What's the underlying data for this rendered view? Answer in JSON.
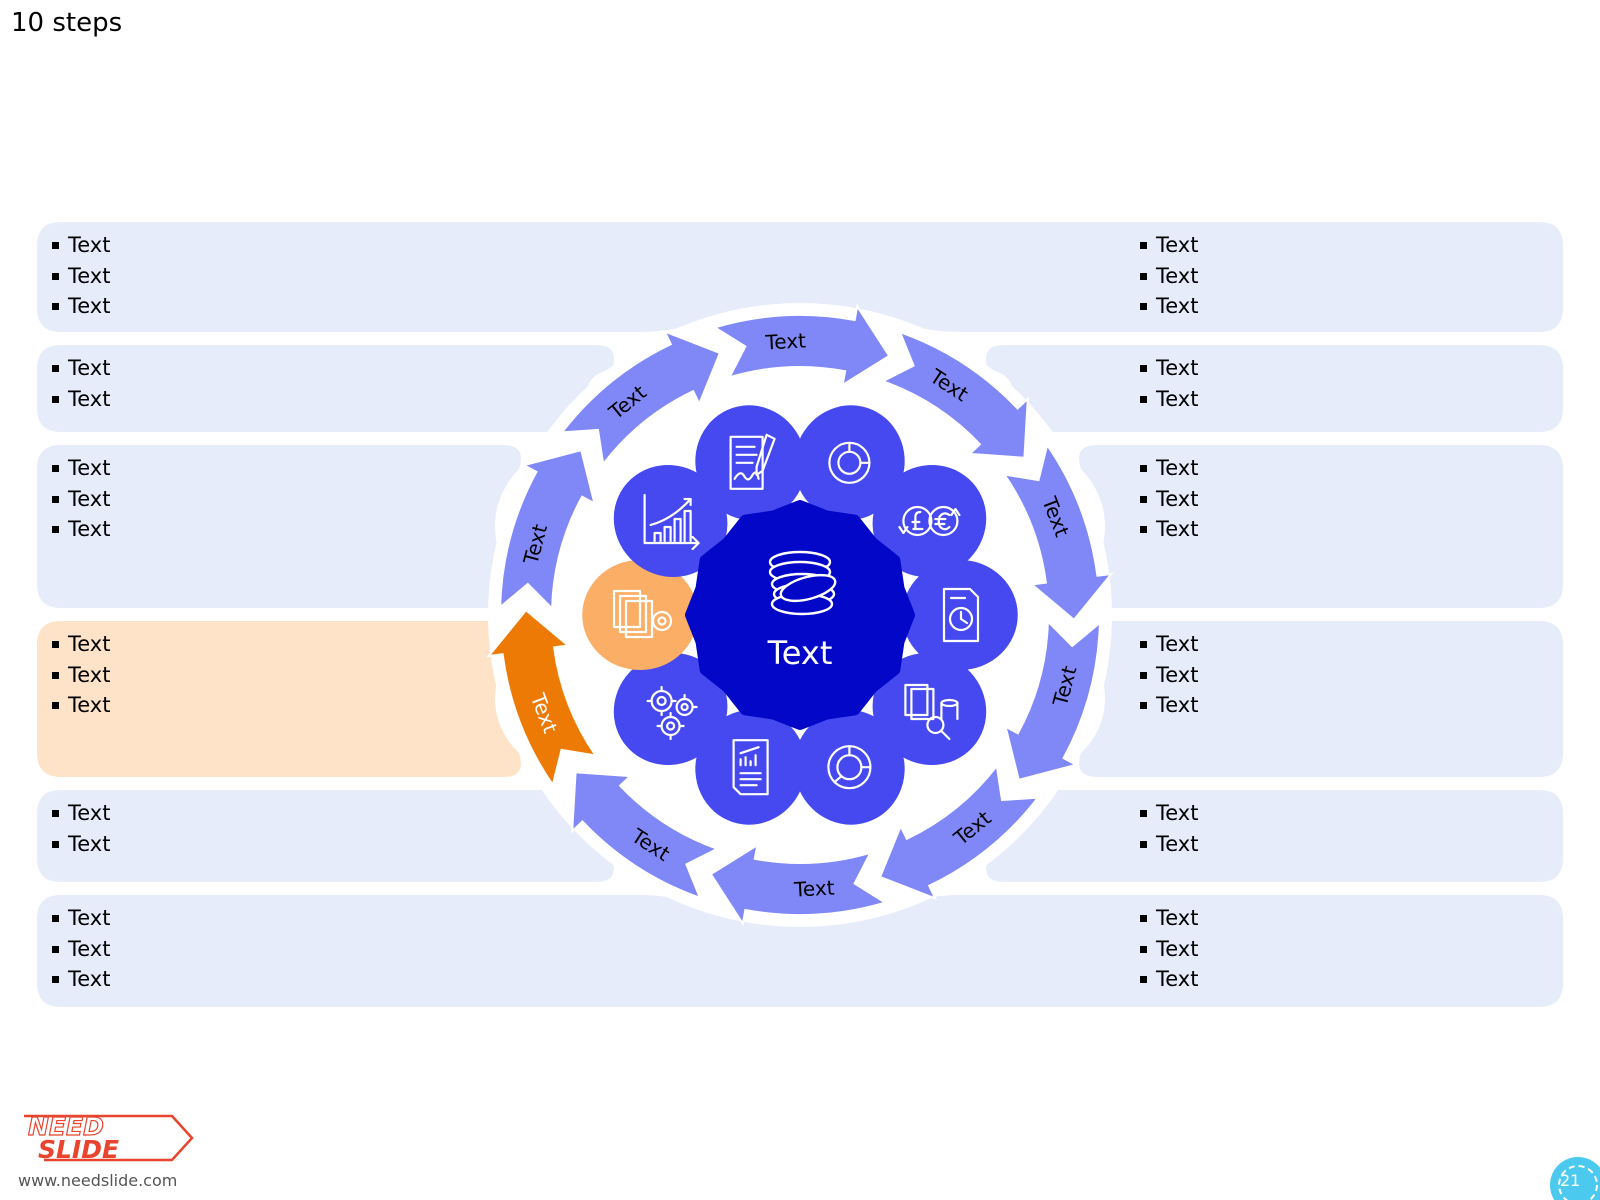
{
  "title": "10 steps",
  "center": {
    "label": "Text",
    "icon": "coins-icon"
  },
  "ring_steps": [
    {
      "label": "Text",
      "active": false
    },
    {
      "label": "Text",
      "active": false
    },
    {
      "label": "Text",
      "active": false
    },
    {
      "label": "Text",
      "active": false
    },
    {
      "label": "Text",
      "active": false
    },
    {
      "label": "Text",
      "active": false
    },
    {
      "label": "Text",
      "active": false
    },
    {
      "label": "Text",
      "active": true
    },
    {
      "label": "Text",
      "active": false
    },
    {
      "label": "Text",
      "active": false
    }
  ],
  "icon_bubbles": [
    {
      "icon": "pie-chart-icon",
      "active": false
    },
    {
      "icon": "currency-exchange-icon",
      "active": false
    },
    {
      "icon": "document-clock-icon",
      "active": false
    },
    {
      "icon": "document-search-icon",
      "active": false
    },
    {
      "icon": "donut-chart-icon",
      "active": false
    },
    {
      "icon": "report-chart-icon",
      "active": false
    },
    {
      "icon": "gears-icon",
      "active": false
    },
    {
      "icon": "documents-gear-icon",
      "active": true
    },
    {
      "icon": "growth-chart-icon",
      "active": false
    },
    {
      "icon": "contract-signing-icon",
      "active": false
    }
  ],
  "left_panels": [
    {
      "items": [
        "Text",
        "Text",
        "Text"
      ],
      "active": false
    },
    {
      "items": [
        "Text",
        "Text"
      ],
      "active": false
    },
    {
      "items": [
        "Text",
        "Text",
        "Text"
      ],
      "active": false
    },
    {
      "items": [
        "Text",
        "Text",
        "Text"
      ],
      "active": true
    },
    {
      "items": [
        "Text",
        "Text"
      ],
      "active": false
    },
    {
      "items": [
        "Text",
        "Text",
        "Text"
      ],
      "active": false
    }
  ],
  "right_panels": [
    {
      "items": [
        "Text",
        "Text",
        "Text"
      ]
    },
    {
      "items": [
        "Text",
        "Text"
      ]
    },
    {
      "items": [
        "Text",
        "Text",
        "Text"
      ]
    },
    {
      "items": [
        "Text",
        "Text",
        "Text"
      ]
    },
    {
      "items": [
        "Text",
        "Text"
      ]
    },
    {
      "items": [
        "Text",
        "Text",
        "Text"
      ]
    }
  ],
  "colors": {
    "panel": "#e7ecfb",
    "panel_active": "#fee3c8",
    "ring_arrow": "#7f88f6",
    "ring_arrow_active": "#ee7a06",
    "bubble": "#4549ef",
    "bubble_active": "#fbae66",
    "center": "#0207c8",
    "halo": "#ffffff"
  },
  "logo": {
    "line1": "NEED",
    "line2": "SLIDE",
    "url": "www.needslide.com",
    "color": "#e8442e"
  },
  "page_number": "21"
}
